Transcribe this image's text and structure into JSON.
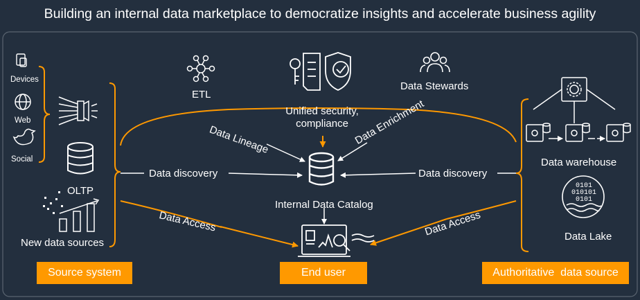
{
  "title": "Building an internal data marketplace to democratize insights and accelerate business agility",
  "left": {
    "devices": "Devices",
    "web": "Web",
    "social": "Social",
    "oltp": "OLTP",
    "new_sources": "New data sources"
  },
  "center": {
    "etl": "ETL",
    "security_line1": "Unified security,",
    "security_line2": "compliance",
    "stewards": "Data Stewards",
    "lineage": "Data Lineage",
    "enrichment": "Data Enrichment",
    "discovery_left": "Data discovery",
    "discovery_right": "Data discovery",
    "catalog": "Internal Data Catalog",
    "access_left": "Data Access",
    "access_right": "Data Access"
  },
  "right": {
    "warehouse": "Data warehouse",
    "lake": "Data Lake",
    "binary_line1": "0101",
    "binary_line2": "010101",
    "binary_line3": "0101"
  },
  "badges": {
    "source": "Source system",
    "end_user": "End user",
    "authoritative": "Authoritative  data source"
  },
  "colors": {
    "background": "#232f3e",
    "accent": "#ff9900",
    "text": "#ffffff"
  }
}
